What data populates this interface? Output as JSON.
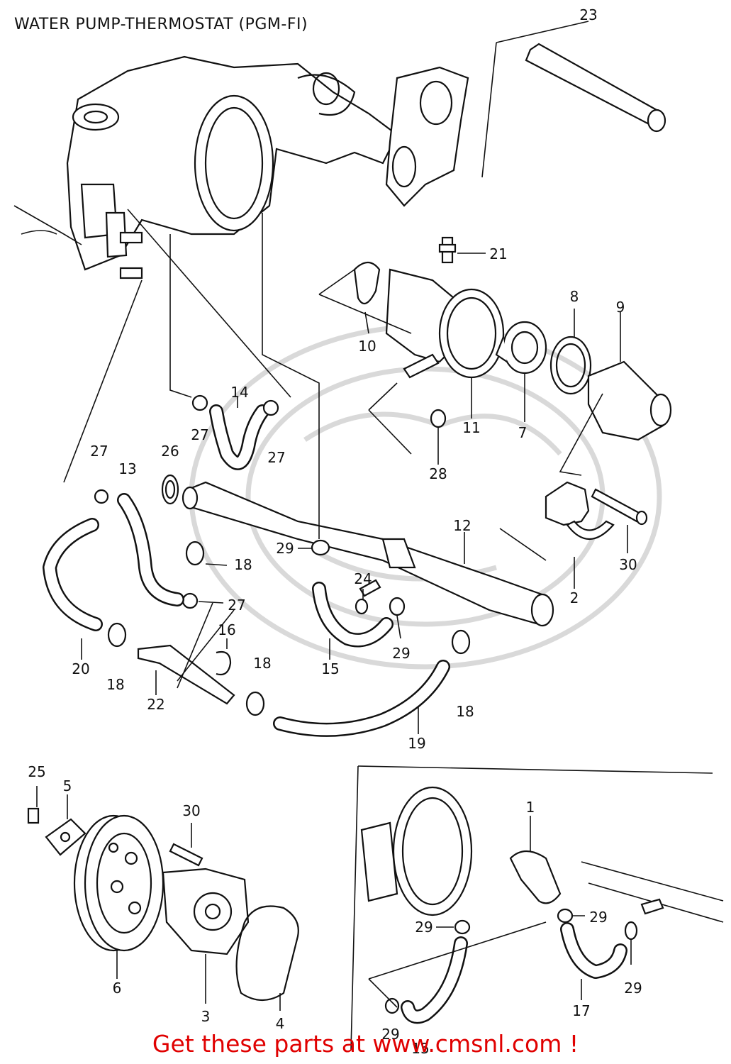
{
  "header": {
    "title": "WATER PUMP-THERMOSTAT (PGM-FI)"
  },
  "footer": {
    "cta": "Get these parts at www.cmsnl.com !"
  },
  "callouts": [
    {
      "id": "c23",
      "label": "23"
    },
    {
      "id": "c21",
      "label": "21"
    },
    {
      "id": "c8",
      "label": "8"
    },
    {
      "id": "c9",
      "label": "9"
    },
    {
      "id": "c10",
      "label": "10"
    },
    {
      "id": "c11",
      "label": "11"
    },
    {
      "id": "c7",
      "label": "7"
    },
    {
      "id": "c28",
      "label": "28"
    },
    {
      "id": "c14",
      "label": "14"
    },
    {
      "id": "c27a",
      "label": "27"
    },
    {
      "id": "c27b",
      "label": "27"
    },
    {
      "id": "c27c",
      "label": "27"
    },
    {
      "id": "c27d",
      "label": "27"
    },
    {
      "id": "c26",
      "label": "26"
    },
    {
      "id": "c13",
      "label": "13"
    },
    {
      "id": "c12",
      "label": "12"
    },
    {
      "id": "c30a",
      "label": "30"
    },
    {
      "id": "c2",
      "label": "2"
    },
    {
      "id": "c18a",
      "label": "18"
    },
    {
      "id": "c18b",
      "label": "18"
    },
    {
      "id": "c18c",
      "label": "18"
    },
    {
      "id": "c18d",
      "label": "18"
    },
    {
      "id": "c29a",
      "label": "29"
    },
    {
      "id": "c29b",
      "label": "29"
    },
    {
      "id": "c29c",
      "label": "29"
    },
    {
      "id": "c29d",
      "label": "29"
    },
    {
      "id": "c29e",
      "label": "29"
    },
    {
      "id": "c29f",
      "label": "29"
    },
    {
      "id": "c24",
      "label": "24"
    },
    {
      "id": "c16",
      "label": "16"
    },
    {
      "id": "c15a",
      "label": "15"
    },
    {
      "id": "c15b",
      "label": "15"
    },
    {
      "id": "c20",
      "label": "20"
    },
    {
      "id": "c22",
      "label": "22"
    },
    {
      "id": "c19",
      "label": "19"
    },
    {
      "id": "c25",
      "label": "25"
    },
    {
      "id": "c5",
      "label": "5"
    },
    {
      "id": "c30b",
      "label": "30"
    },
    {
      "id": "c6",
      "label": "6"
    },
    {
      "id": "c3",
      "label": "3"
    },
    {
      "id": "c4",
      "label": "4"
    },
    {
      "id": "c1",
      "label": "1"
    },
    {
      "id": "c17",
      "label": "17"
    }
  ]
}
